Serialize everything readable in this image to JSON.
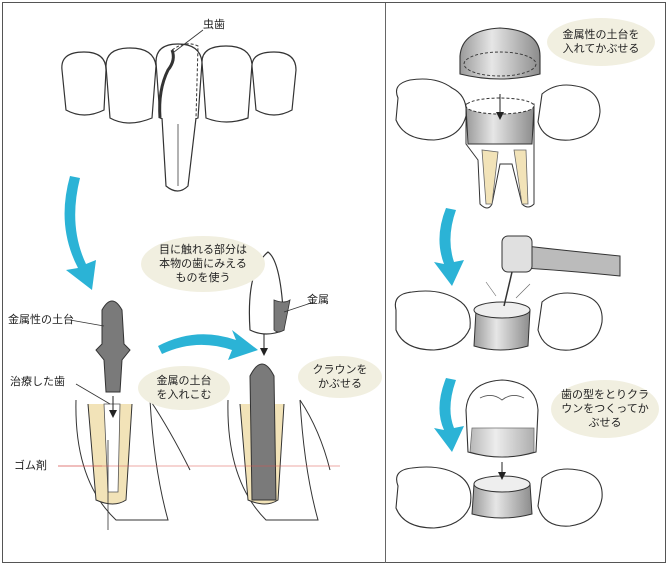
{
  "labels": {
    "cavity": "虫歯",
    "metal": "金属",
    "metal_core": "金属性の土台",
    "treated_tooth": "治療した歯",
    "rubber": "ゴム剤"
  },
  "bubbles": {
    "visible_part": "目に触れる部分は\n本物の歯にみえる\nものを使う",
    "insert_core": "金属の土台\nを入れこむ",
    "cover_crown": "クラウンを\nかぶせる",
    "cover_core": "金属性の土台を\n入れてかぶせる",
    "make_crown": "歯の型をとりクラ\nウンをつくってか\nぶせる"
  },
  "colors": {
    "arrow": "#2bb3d6",
    "metal": "#7a7a7a",
    "bubble": "#f1efe0",
    "root_fill": "#f2e3b8",
    "guide_line": "#d9534f"
  }
}
